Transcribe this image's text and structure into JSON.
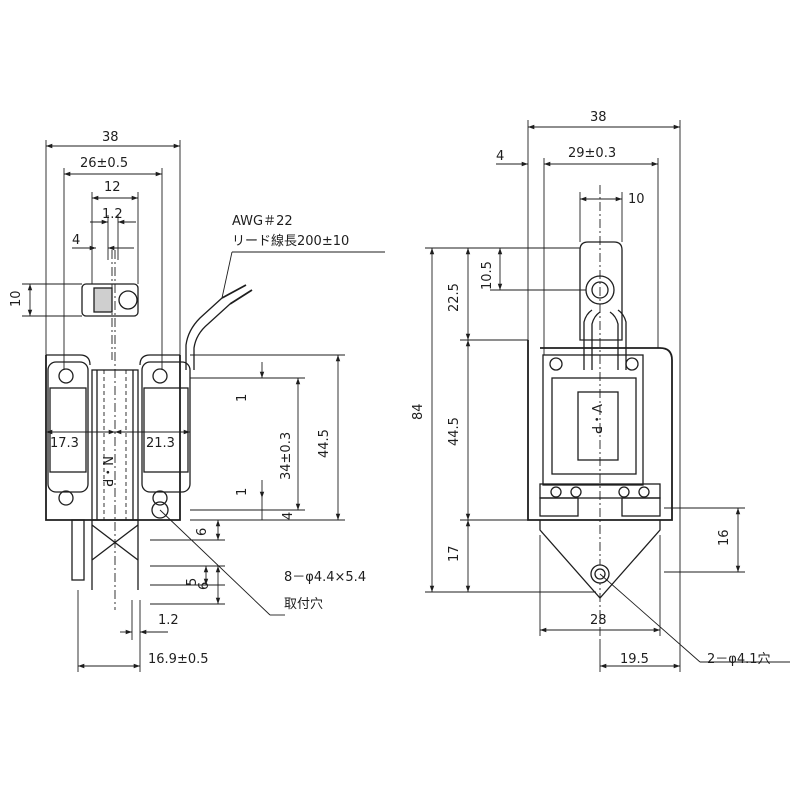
{
  "left_view": {
    "dimensions": {
      "overall_width": "38",
      "pitch": "26±0.5",
      "inner_width": "12",
      "slot": "1.2",
      "offset": "4",
      "height_10": "10",
      "coil_left": "17.3",
      "coil_right": "21.3",
      "gap_top": "1",
      "gap_bottom": "1",
      "coil_height": "34±0.3",
      "total_height": "44.5",
      "base_4": "4",
      "hole_offset_6": "6",
      "hole_pitch_5": "5",
      "hole_pitch_6": "6",
      "plate_thickness": "1.2",
      "depth": "16.9±0.5"
    },
    "wire_spec_line1": "AWG＃22",
    "wire_spec_line2": "リード線長200±10",
    "mounting_holes_line1": "8－φ4.4×5.4",
    "mounting_holes_line2": "取付穴",
    "coil_marking": "N・P"
  },
  "right_view": {
    "dimensions": {
      "overall_width": "38",
      "hole_pitch": "29±0.3",
      "offset_4": "4",
      "slot_width": "10",
      "slot_depth": "10.5",
      "top_height": "22.5",
      "total_height": "84",
      "body_height": "44.5",
      "bottom_height": "17",
      "bracket_height": "16",
      "base_width": "28",
      "center_offset": "19.5"
    },
    "mounting_hole_label": "2－φ4.1穴",
    "coil_marking": "V・P"
  }
}
